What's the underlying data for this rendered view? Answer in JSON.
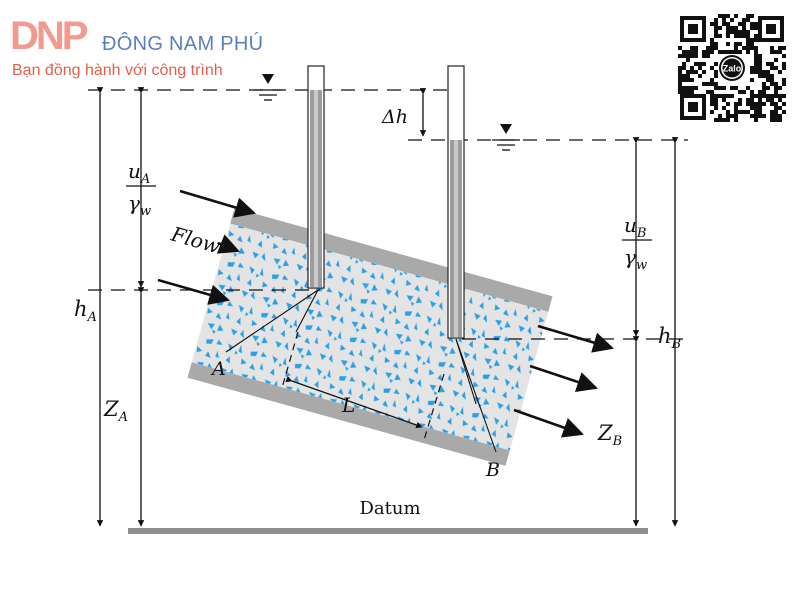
{
  "logo": {
    "mark": "DNP",
    "name": "ĐÔNG NAM PHÚ",
    "tagline": "Bạn đồng hành với công trình",
    "mark_color": "#f39a8f",
    "name_color": "#5a7fc0",
    "tagline_color": "#e0604f"
  },
  "qr": {
    "label": "Zalo"
  },
  "diagram": {
    "flow_label": "Flow",
    "delta_h": "Δh",
    "pressure_head_a": {
      "base": "u",
      "sub": "A",
      "denom_base": "γ",
      "denom_sub": "w"
    },
    "pressure_head_b": {
      "base": "u",
      "sub": "B",
      "denom_base": "γ",
      "denom_sub": "w"
    },
    "total_head_a": {
      "base": "h",
      "sub": "A"
    },
    "total_head_b": {
      "base": "h",
      "sub": "B"
    },
    "elev_a": {
      "base": "Z",
      "sub": "A"
    },
    "elev_b": {
      "base": "Z",
      "sub": "B"
    },
    "point_a": "A",
    "point_b": "B",
    "length": "L",
    "datum": "Datum",
    "colors": {
      "soil_particles": "#2aa0e8",
      "soil_fill": "#e4e4e4",
      "walls": "#a9a9a9",
      "lines": "#111111"
    }
  }
}
